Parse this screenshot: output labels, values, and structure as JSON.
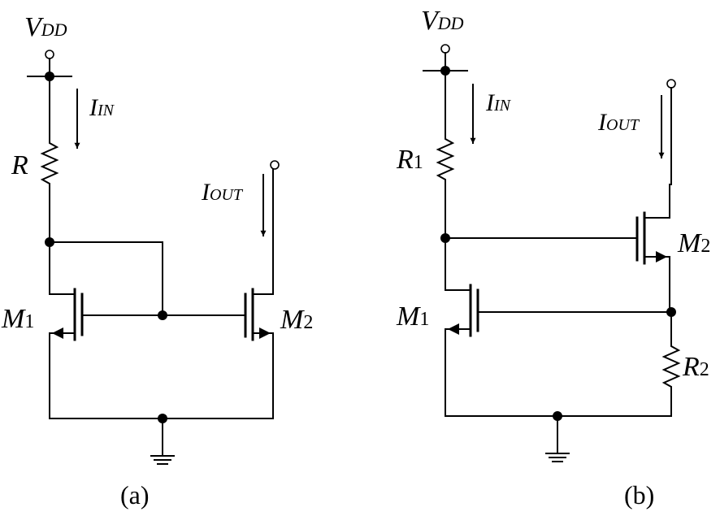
{
  "circuit_a": {
    "supply_main": "V",
    "supply_sub": "DD",
    "input_current_main": "I",
    "input_current_sub": "IN",
    "output_current_main": "I",
    "output_current_sub": "OUT",
    "resistor_label": "R",
    "transistor_1_main": "M",
    "transistor_1_sub": "1",
    "transistor_2_main": "M",
    "transistor_2_sub": "2",
    "caption": "(a)"
  },
  "circuit_b": {
    "supply_main": "V",
    "supply_sub": "DD",
    "input_current_main": "I",
    "input_current_sub": "IN",
    "output_current_main": "I",
    "output_current_sub": "OUT",
    "resistor_1_main": "R",
    "resistor_1_sub": "1",
    "resistor_2_main": "R",
    "resistor_2_sub": "2",
    "transistor_1_main": "M",
    "transistor_1_sub": "1",
    "transistor_2_main": "M",
    "transistor_2_sub": "2",
    "caption": "(b)"
  }
}
